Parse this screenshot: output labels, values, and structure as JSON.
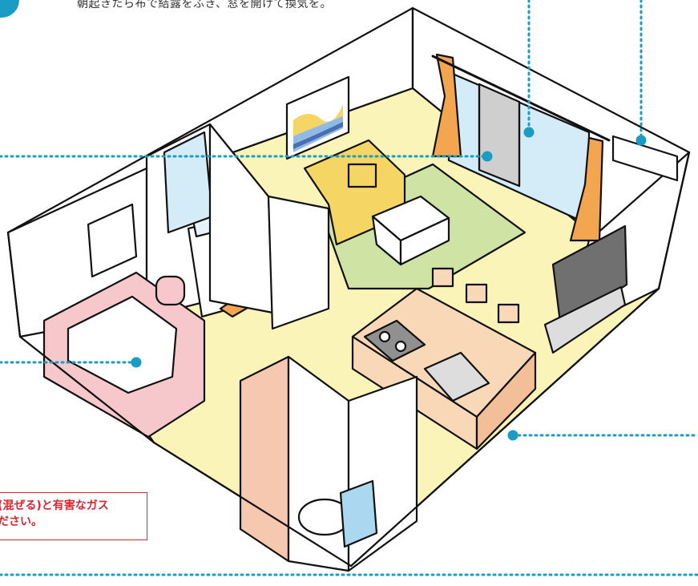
{
  "caption": "朝起きたら布で結露をふき、窓を開けて換気を。",
  "warning": {
    "line1": "(混ぜる)と有害なガス",
    "line2": "ださい。"
  },
  "colors": {
    "callout": "#1a9cc4",
    "warning": "#d9262e",
    "floor": "#fbf4b8",
    "rug": "#cfe3a4",
    "bathtub": "#f6c8cc",
    "sofa": "#f5d564",
    "counter": "#f9d8b8",
    "curtain": "#f3a64f",
    "glass": "#d4ebf8",
    "tv": "#707070"
  },
  "icons": [
    "callout-dot-icon"
  ]
}
